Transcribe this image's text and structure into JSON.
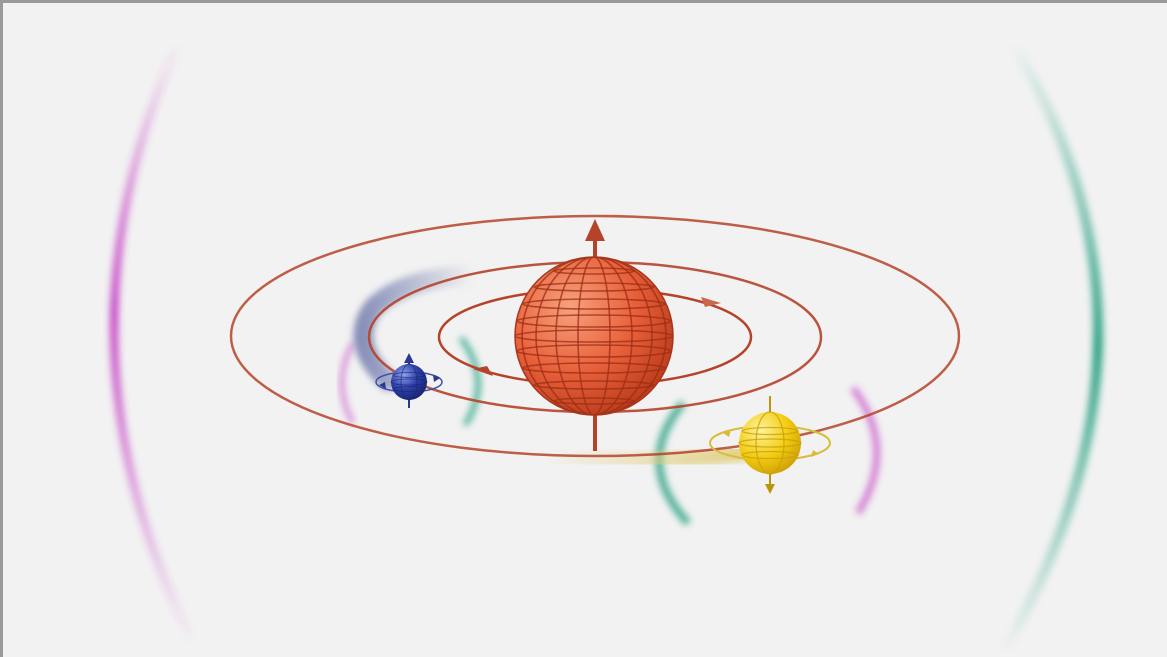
{
  "diagram": {
    "colors": {
      "background": "#f2f2f2",
      "frame_border": "#9a9a9a",
      "central_body": "#e8603a",
      "central_grid": "#9c2e14",
      "orbit_line": "#b5432a",
      "blue_body": "#2c3fa8",
      "blue_trail": "#7e86b4",
      "yellow_body": "#f2cc10",
      "yellow_trail": "#e0cd7a",
      "yellow_accent": "#b8980a",
      "wave_magenta": "#c238c2",
      "wave_teal": "#1f9c7c"
    },
    "elements": [
      "central-body",
      "rotation-axis",
      "orbit-outer",
      "orbit-middle",
      "orbit-inner",
      "blue-body",
      "blue-trail",
      "yellow-body",
      "yellow-trail",
      "gravitational-wave-arcs"
    ]
  }
}
